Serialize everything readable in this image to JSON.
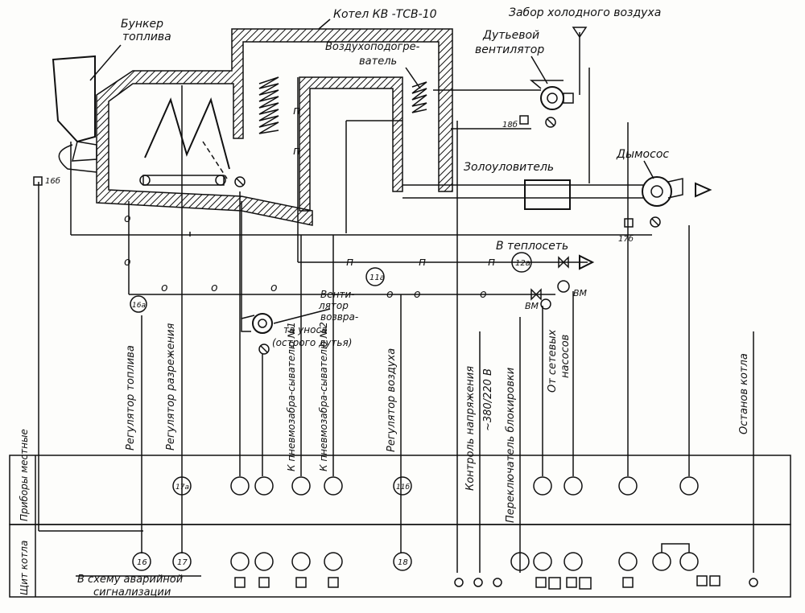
{
  "labels": {
    "boiler": "Котел КВ -ТСВ-10",
    "cold_air_intake": "Забор холодного воздуха",
    "fuel_bunker_1": "Бункер",
    "fuel_bunker_2": "топлива",
    "air_heater_1": "Воздухоподогре-",
    "air_heater_2": "ватель",
    "blower_fan_1": "Дутьевой",
    "blower_fan_2": "вентилятор",
    "ash_catcher": "Золоуловитель",
    "smoke_exhauster": "Дымосос",
    "to_heating_network": "В теплосеть",
    "return_fan_1": "Венти-",
    "return_fan_2": "лятор",
    "return_fan_3": "возвра-",
    "return_fan_4": "та уноса",
    "return_fan_5": "(острого дутья)",
    "fuel_regulator": "Регулятор топлива",
    "draft_regulator": "Регулятор разрежения",
    "air_regulator": "Регулятор воздуха",
    "pneumo_distributor_1": "К пневмозабра-сывателю №1",
    "pneumo_distributor_2": "К пневмозабра-сывателю №2",
    "voltage_control_1": "Контроль напряжения",
    "voltage_control_2": "~380/220 В",
    "interlock_switch": "Переключатель блокировки",
    "from_network_pumps_1": "От сетевых",
    "from_network_pumps_2": "насосов",
    "boiler_stop": "Останов котла",
    "local_instruments": "Приборы местные",
    "boiler_panel": "Щит котла",
    "alarm_1": "В схему аварийной",
    "alarm_2": "сигнализации"
  },
  "tags": {
    "t16b_left": "16б",
    "t18b": "18б",
    "t17b": "17б",
    "t12a": "12а",
    "t11a": "11а",
    "t16a": "16а",
    "t17a": "17а",
    "t11b": "11б",
    "p16": "16",
    "p17": "17",
    "p18": "18",
    "vm1": "ВМ",
    "vm2": "ВМ"
  },
  "line_codes": {
    "o": "о",
    "p": "п"
  }
}
